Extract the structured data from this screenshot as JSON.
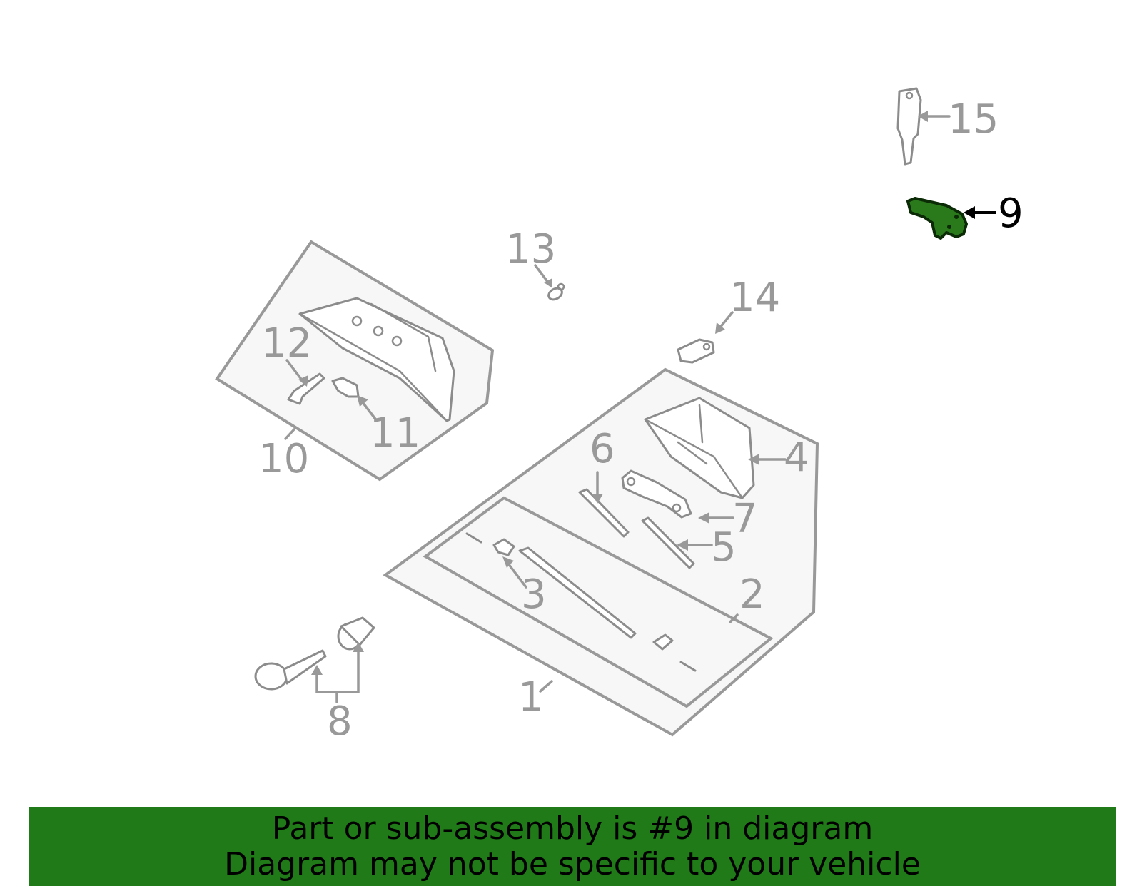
{
  "diagram": {
    "highlight_color": "#1f7a17",
    "highlighted_part": "9",
    "callouts": [
      "1",
      "2",
      "3",
      "4",
      "5",
      "6",
      "7",
      "8",
      "9",
      "10",
      "11",
      "12",
      "13",
      "14",
      "15"
    ]
  },
  "banner": {
    "line1": "Part or sub-assembly is #9 in diagram",
    "line2": "Diagram may not be specific to your vehicle"
  }
}
